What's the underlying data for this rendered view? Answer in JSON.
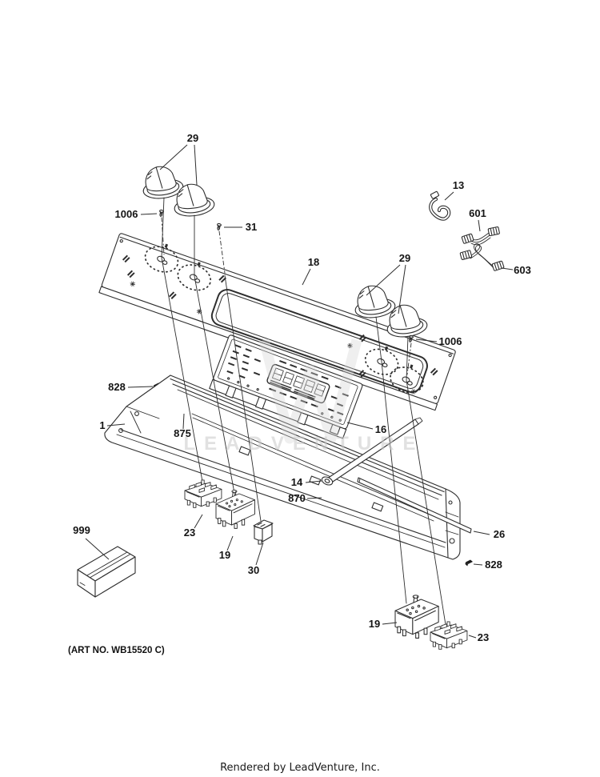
{
  "diagram": {
    "type": "exploded-parts-diagram",
    "watermark": "LEADVENTURE",
    "art_no": "(ART NO. WB15520 C)",
    "footer": "Rendered by LeadVenture, Inc.",
    "colors": {
      "line": "#2e2e2e",
      "watermark": "#c9c9c9",
      "screw_dark": "#1c1c1c",
      "background": "#ffffff"
    },
    "parts": {
      "panel": "18",
      "knob": "29",
      "screw_1006": "1006",
      "screw_31": "31",
      "probe_wire": "13",
      "harness_601": "601",
      "harness_603": "603",
      "frame": "1",
      "screw_828": "828",
      "screw_875": "875",
      "control_board": "16",
      "support_rod": "14",
      "screw_870": "870",
      "switch_23": "23",
      "switch_19": "19",
      "switch_30": "30",
      "trim": "26",
      "literature_box": "999"
    }
  }
}
